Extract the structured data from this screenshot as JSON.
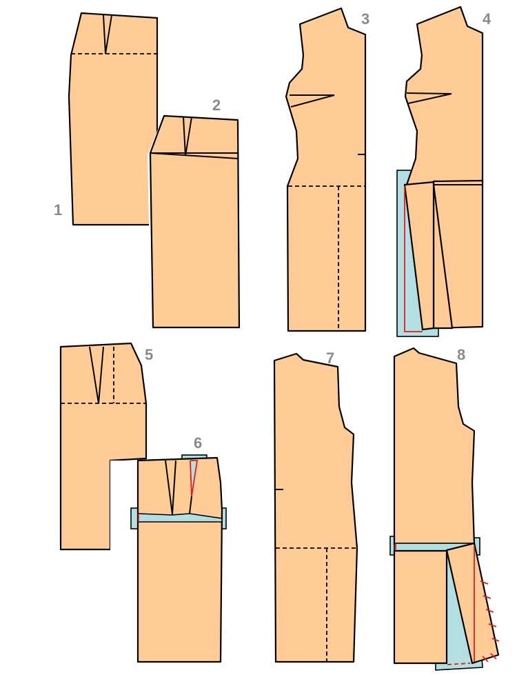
{
  "diagram": {
    "steps": [
      {
        "label": "1"
      },
      {
        "label": "2"
      },
      {
        "label": "3"
      },
      {
        "label": "4"
      },
      {
        "label": "5"
      },
      {
        "label": "6"
      },
      {
        "label": "7"
      },
      {
        "label": "8"
      }
    ],
    "colors": {
      "pattern": "#FFCB97",
      "extension": "#B3DFE3",
      "marking": "#e31b1b",
      "label": "#8a8a8a"
    }
  }
}
